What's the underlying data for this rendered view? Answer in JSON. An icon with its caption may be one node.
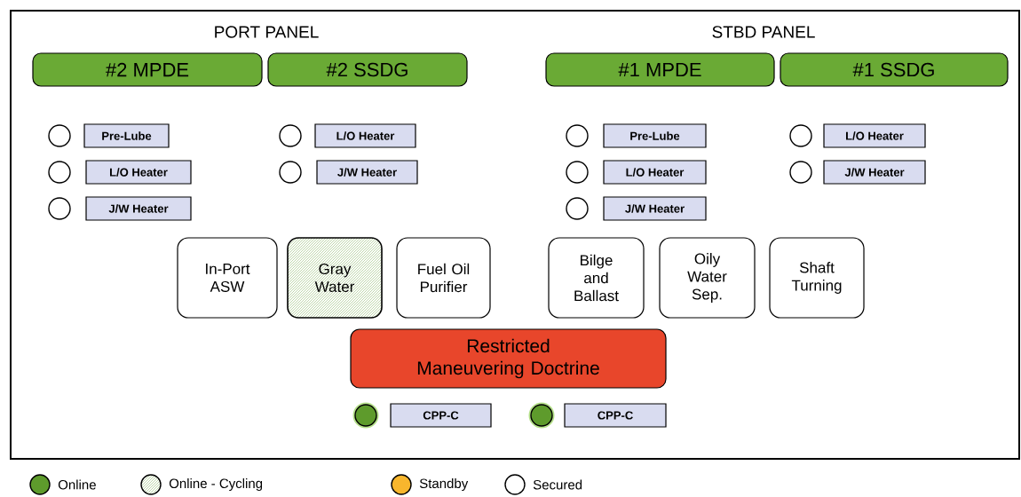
{
  "diagram": {
    "nodes": [
      {
        "text": [
          "#2 MPDE"
        ]
      },
      {
        "text": [
          "#2 SSDG"
        ]
      },
      {
        "text": [
          "#1 MPDE"
        ]
      },
      {
        "text": [
          "#1 SSDG"
        ]
      },
      {
        "text": [],
        "shape": "circle"
      },
      {
        "text": [
          "Pre-Lube"
        ]
      },
      {
        "text": [],
        "shape": "circle"
      },
      {
        "text": [
          "L/O Heater"
        ]
      },
      {
        "text": [],
        "shape": "circle"
      },
      {
        "text": [
          "Pre-Lube"
        ]
      },
      {
        "text": [],
        "shape": "circle"
      },
      {
        "text": [
          "L/O Heater"
        ]
      },
      {
        "text": [],
        "shape": "circle"
      },
      {
        "text": [
          "L/O Heater"
        ]
      },
      {
        "text": [],
        "shape": "circle"
      },
      {
        "text": [
          "J/W Heater"
        ]
      },
      {
        "text": [],
        "shape": "circle"
      },
      {
        "text": [
          "L/O Heater"
        ]
      },
      {
        "text": [],
        "shape": "circle"
      },
      {
        "text": [
          "J/W Heater"
        ]
      },
      {
        "text": [],
        "shape": "circle"
      },
      {
        "text": [
          "J/W Heater"
        ]
      },
      {
        "text": [],
        "shape": "circle"
      },
      {
        "text": [
          "J/W Heater"
        ]
      },
      {
        "text": [
          "In-Port ASW"
        ]
      },
      {
        "text": [
          "Gray Water"
        ]
      },
      {
        "text": [
          "Fuel Oil Purifier"
        ]
      },
      {
        "text": [
          "Bilge and Ballast"
        ]
      },
      {
        "text": [
          "Oily Water Sep."
        ]
      },
      {
        "text": [
          "Shaft Turning"
        ]
      },
      {
        "text": [
          "Restricted Maneuvering Doctrine"
        ]
      },
      {
        "text": [],
        "shape": "circle"
      },
      {
        "text": [
          "CPP-C"
        ]
      },
      {
        "text": [],
        "shape": "circle"
      },
      {
        "text": [
          "CPP-C"
        ]
      }
    ],
    "labels": [
      "PORT PANEL",
      "STBD PANEL"
    ],
    "legend": [
      {
        "text": "Online",
        "color": "#5e9b2c"
      },
      {
        "text": "Online - Cycling"
      },
      {
        "text": "Standby",
        "color": "#f8b62d"
      },
      {
        "text": "Secured"
      }
    ]
  }
}
